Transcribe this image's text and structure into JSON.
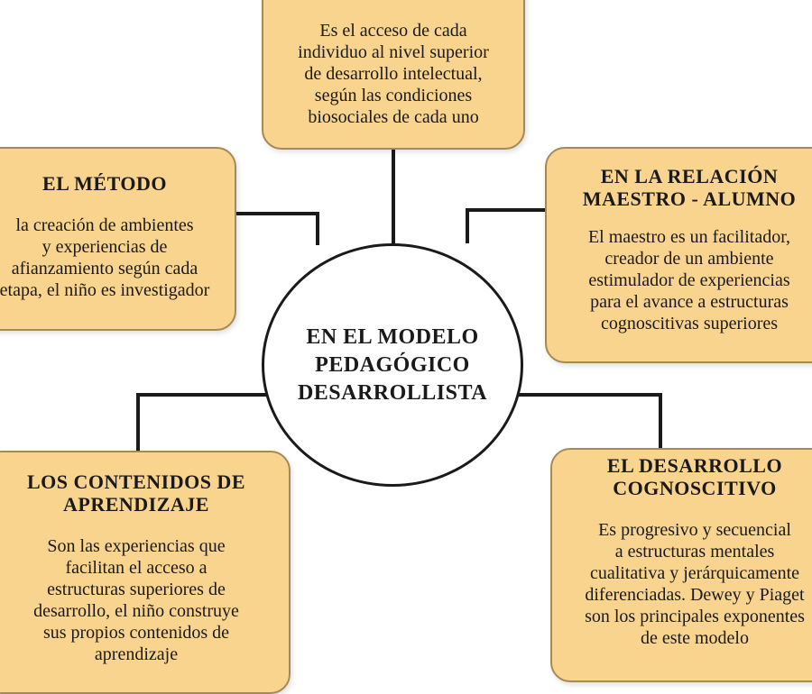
{
  "diagram": {
    "center": {
      "label": "EN EL MODELO\nPEDAGÓGICO\nDESARROLLISTA"
    },
    "nodes": {
      "top": {
        "title": "",
        "body": "Es el acceso de cada\nindividuo al nivel superior\nde desarrollo intelectual,\nsegún las condiciones\nbiosociales de cada uno"
      },
      "left_upper": {
        "title": "EL MÉTODO",
        "body": "la creación de ambientes\ny experiencias de\nafianzamiento según cada\netapa, el niño es investigador"
      },
      "right_upper": {
        "title": "EN LA RELACIÓN\nMAESTRO - ALUMNO",
        "body": "El maestro es un facilitador,\ncreador de un ambiente\nestimulador de experiencias\npara el avance a estructuras\ncognoscitivas superiores"
      },
      "left_lower": {
        "title": "LOS CONTENIDOS DE\nAPRENDIZAJE",
        "body": "Son las experiencias que\nfacilitan el acceso a\nestructuras superiores de\ndesarrollo, el niño construye\nsus propios contenidos de\naprendizaje"
      },
      "right_lower": {
        "title": "EL DESARROLLO\nCOGNOSCITIVO",
        "body": "Es progresivo y secuencial\na estructuras mentales\ncualitativa y jerárquicamente\ndiferenciadas. Dewey y Piaget\nson los principales exponentes\nde este modelo"
      }
    },
    "colors": {
      "box_fill": "#f8d48e",
      "box_border": "#a58a58",
      "line": "#1a1a1a",
      "center_fill": "#ffffff"
    }
  }
}
